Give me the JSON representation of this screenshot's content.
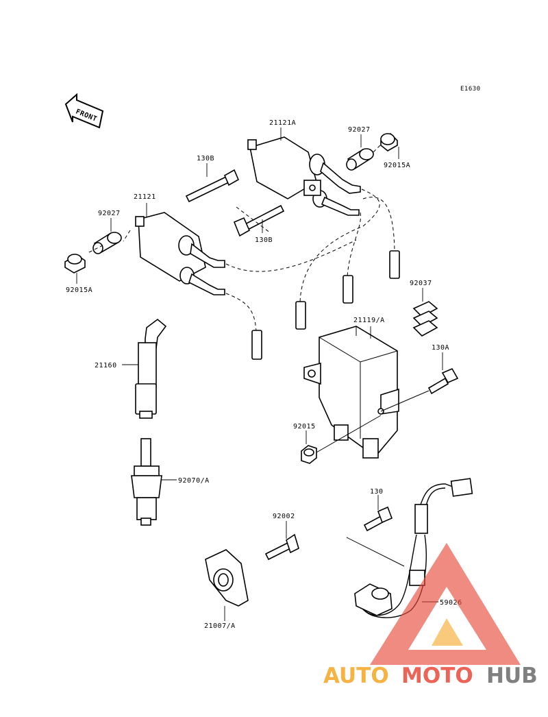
{
  "diagram": {
    "code": "E1630",
    "front_label": "FRONT",
    "parts": {
      "coil_a": "21121A",
      "coil": "21121",
      "bolt_130b_top": "130B",
      "bolt_130b_mid": "130B",
      "collar_right": "92027",
      "rubber_right": "92015A",
      "collar_left": "92027",
      "rubber_left": "92015A",
      "clamp": "92037",
      "igniter": "21119/A",
      "bolt_130a": "130A",
      "nut_92015": "92015",
      "plug_cap": "21160",
      "spark_plug": "92070/A",
      "bolt_130": "130",
      "bolt_92002": "92002",
      "pickup_coil": "59026",
      "timing_plate": "21007/A"
    }
  },
  "watermark": {
    "part1": "AUTO",
    "part2": "MOTO",
    "part3": "HUB",
    "color_orange": "#f5a623",
    "color_red": "#e84a3a",
    "color_gray": "#6b6b6b"
  }
}
